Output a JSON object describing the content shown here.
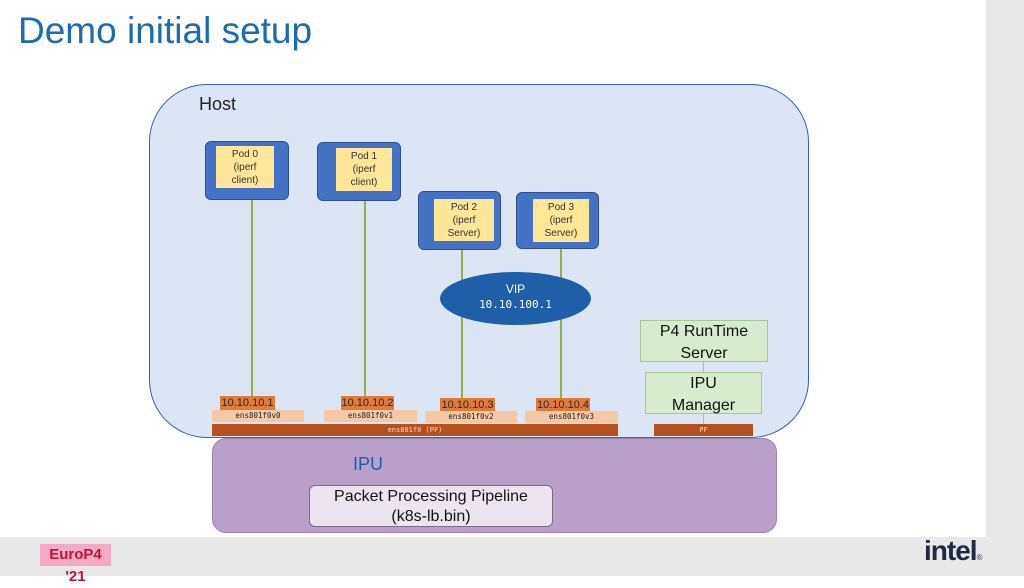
{
  "slide": {
    "title": "Demo initial setup"
  },
  "host": {
    "label": "Host",
    "pods": [
      {
        "text": "Pod 0\n(iperf\nclient)"
      },
      {
        "text": "Pod 1\n(iperf\nclient)"
      },
      {
        "text": "Pod 2\n(iperf\nServer)"
      },
      {
        "text": "Pod 3\n(iperf\nServer)"
      }
    ],
    "vip": {
      "label": "VIP",
      "ip": "10.10.100.1"
    },
    "p4_runtime_server": "P4 RunTime\nServer",
    "ipu_manager": "IPU\nManager",
    "ips": [
      "10.10.10.1",
      "10.10.10.2",
      "10.10.10.3",
      "10.10.10.4"
    ],
    "interfaces": [
      "ens801f0v0",
      "ens801f0v1",
      "ens801f0v2",
      "ens801f0v3"
    ],
    "pf_bar": "ens801f0 (PF)",
    "pf_small": "PF"
  },
  "ipu": {
    "label": "IPU",
    "pipeline": "Packet Processing Pipeline\n(k8s-lb.bin)"
  },
  "footer": {
    "event_logo": "EuroP4 '21",
    "brand_logo": "intel"
  },
  "colors": {
    "title": "#1a6bb0",
    "host_bg": "#dbe5f3",
    "pod_border": "#4472c4",
    "pod_fill": "#ffe699",
    "vip": "#1f5fa8",
    "link": "#8db050",
    "ipu_bg": "#b9a0c9",
    "ip_label": "#e07b3c",
    "pf": "#b5501f"
  }
}
